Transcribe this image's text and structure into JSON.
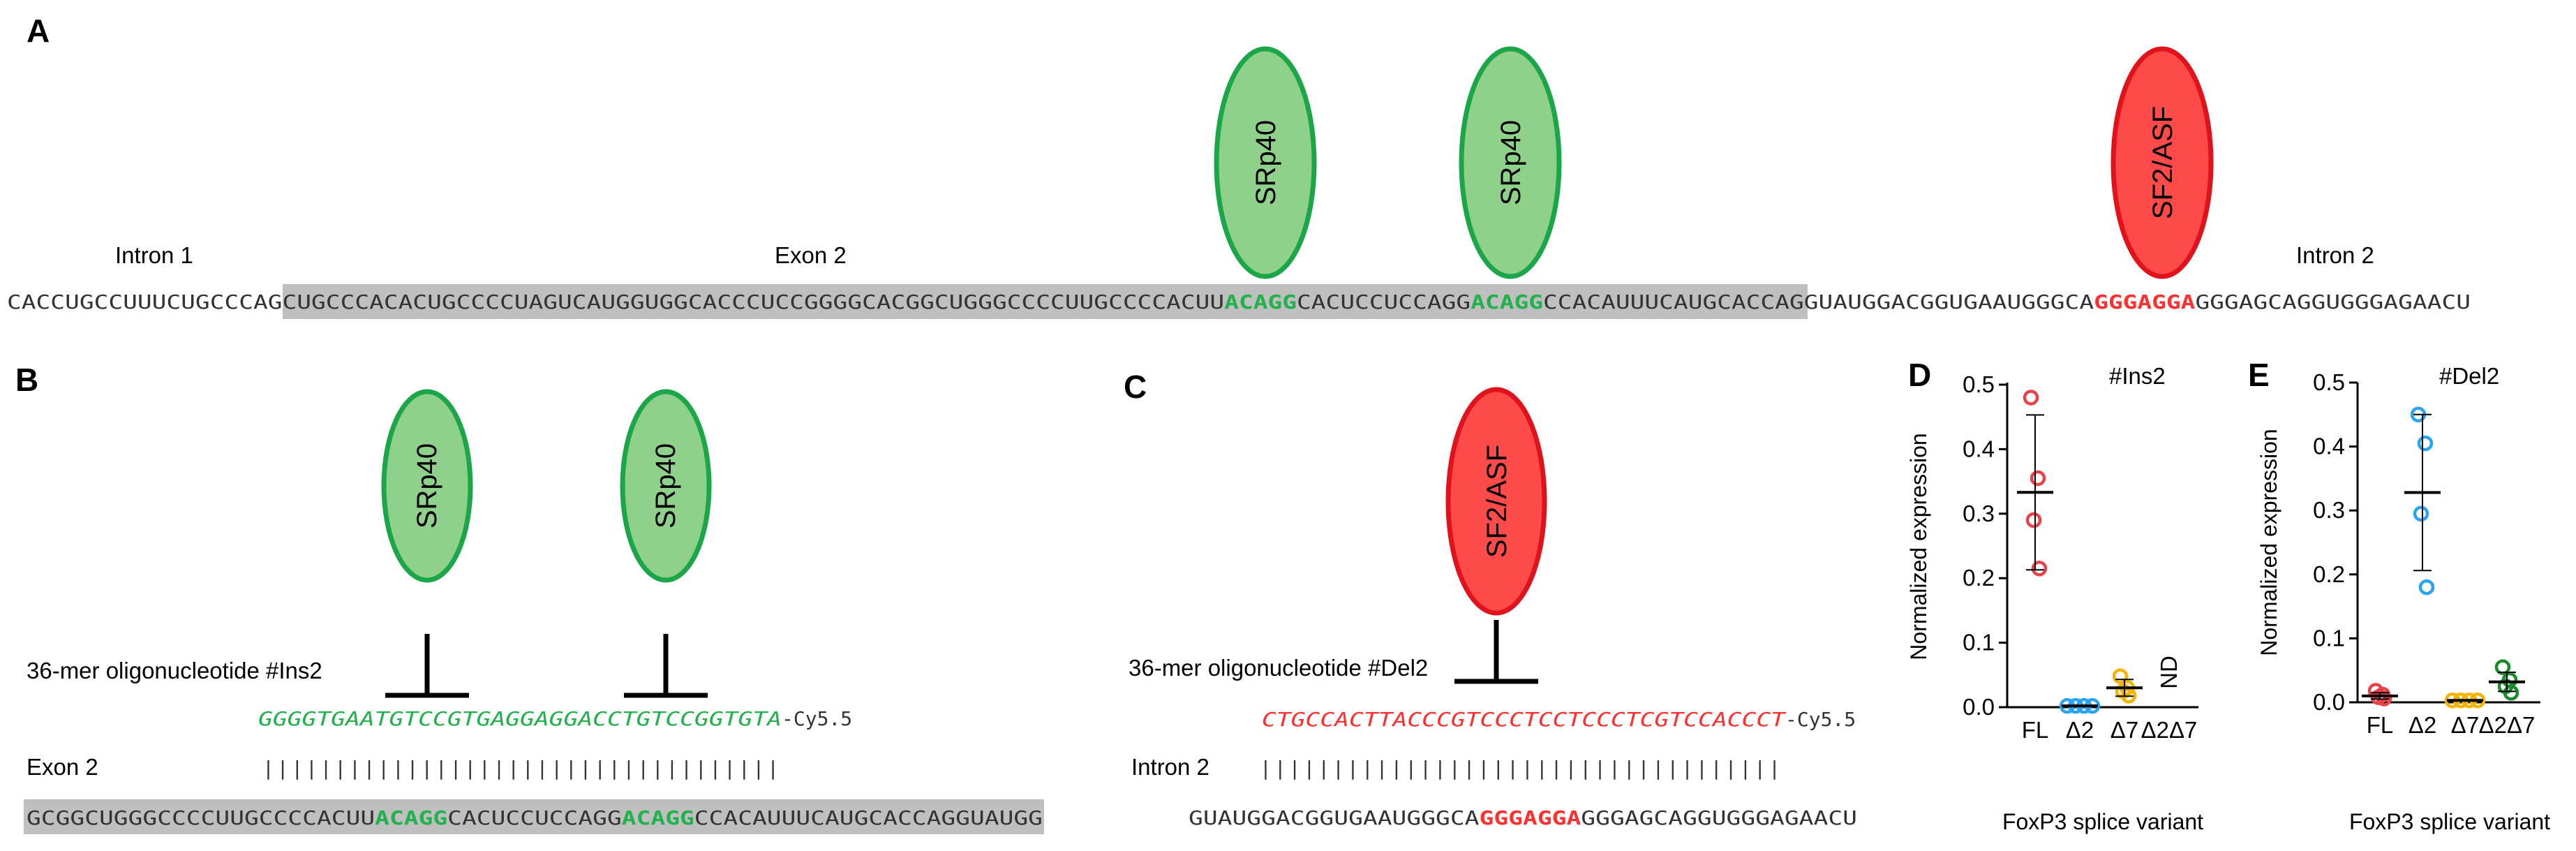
{
  "colors": {
    "green": "#22b14c",
    "green_fill": "#8fd18a",
    "green_edge": "#1ba64a",
    "red": "#ff3030",
    "red_fill": "#ff4a4a",
    "red_edge": "#e0121c",
    "seq_gray": "#bfbfbf",
    "fl": "#e8424a",
    "d2": "#2aa3f0",
    "d7": "#f5b400",
    "d2d7": "#1a8a2a"
  },
  "panelA": {
    "letter": "A",
    "intron1_label": "Intron 1",
    "exon2_label": "Exon 2",
    "intron2_label": "Intron 2",
    "protein1": "SRp40",
    "protein2": "SRp40",
    "protein3": "SF2/ASF",
    "seq": {
      "p1": "CACCUGCCUUUCUGCCCAG",
      "p2": "CUGCCCACACUGCCCCUAGUCAUGGUGGCACCCUCCGGGGCACGGCUGGGCCCCUUGCCCCACUU",
      "m1": "ACAGG",
      "p3": "CACUCCUCCAGG",
      "m2": "ACAGG",
      "p4": "CCACAUUUCAUGCACCAG",
      "p5": "GUAUGGACGGUGAAUGGGCA",
      "m3": "GGGAGGA",
      "p6": "GGGAGCAGGUGGGAGAACU"
    }
  },
  "panelB": {
    "letter": "B",
    "protein1": "SRp40",
    "protein2": "SRp40",
    "oligo_label": "36-mer oligonucleotide  #Ins2",
    "oligo_seq": "GGGGTGAATGTCCGTGAGGAGGACCTGTCCGGTGTA",
    "oligo_suffix": "-Cy5.5",
    "pairs": "||||||||||||||||||||||||||||||||||||",
    "exon_label": "Exon 2",
    "seq": {
      "p1": "GCGGCUGGGCCCCUUGCCCCACUU",
      "m1": "ACAGG",
      "p2": "CACUCCUCCAGG",
      "m2": "ACAGG",
      "p3": "CCACAUUUCAUGCACCAGGUAUGG"
    }
  },
  "panelC": {
    "letter": "C",
    "protein": "SF2/ASF",
    "oligo_label": "36-mer oligonucleotide  #Del2",
    "oligo_seq": "CTGCCACTTACCCGTCCCTCCTCCCTCGTCCACCCT",
    "oligo_suffix": "-Cy5.5",
    "pairs": "||||||||||||||||||||||||||||||||||||",
    "intron_label": "Intron 2",
    "seq": {
      "p1": "GUAUGGACGGUGAAUGGGCA",
      "m1": "GGGAGGA",
      "p2": "GGGAGCAGGUGGGAGAACU"
    }
  },
  "chart_data": [
    {
      "panel": "D",
      "type": "scatter",
      "title": "#Ins2",
      "xlabel": "FoxP3 splice variant",
      "ylabel": "Normalized expression",
      "ylim": [
        0,
        0.5
      ],
      "yticks": [
        "0.0",
        "0.1",
        "0.2",
        "0.3",
        "0.4",
        "0.5"
      ],
      "categories": [
        "FL",
        "Δ2",
        "Δ7",
        "Δ2Δ7"
      ],
      "series": [
        {
          "category": "FL",
          "color": "fl",
          "values": [
            0.48,
            0.355,
            0.29,
            0.215
          ],
          "mean": 0.333,
          "sd": 0.12
        },
        {
          "category": "Δ2",
          "color": "d2",
          "values": [
            0.002,
            0.002,
            0.002,
            0.002
          ],
          "mean": 0.002,
          "sd": 0
        },
        {
          "category": "Δ7",
          "color": "d7",
          "values": [
            0.048,
            0.03,
            0.025,
            0.018
          ],
          "mean": 0.03,
          "sd": 0.013
        },
        {
          "category": "Δ2Δ7",
          "color": "d2d7",
          "values": [],
          "note": "ND"
        }
      ]
    },
    {
      "panel": "E",
      "type": "scatter",
      "title": "#Del2",
      "xlabel": "FoxP3 splice variant",
      "ylabel": "Normalized expression",
      "ylim": [
        0,
        0.5
      ],
      "yticks": [
        "0.0",
        "0.1",
        "0.2",
        "0.3",
        "0.4",
        "0.5"
      ],
      "categories": [
        "FL",
        "Δ2",
        "Δ7",
        "Δ2Δ7"
      ],
      "series": [
        {
          "category": "FL",
          "color": "fl",
          "values": [
            0.018,
            0.012,
            0.008,
            0.006
          ],
          "mean": 0.01,
          "sd": 0.005
        },
        {
          "category": "Δ2",
          "color": "d2",
          "values": [
            0.45,
            0.405,
            0.295,
            0.18
          ],
          "mean": 0.328,
          "sd": 0.122
        },
        {
          "category": "Δ7",
          "color": "d7",
          "values": [
            0.003,
            0.003,
            0.003,
            0.003
          ],
          "mean": 0.003,
          "sd": 0
        },
        {
          "category": "Δ2Δ7",
          "color": "d2d7",
          "values": [
            0.055,
            0.035,
            0.025,
            0.015
          ],
          "mean": 0.032,
          "sd": 0.015
        }
      ]
    }
  ]
}
